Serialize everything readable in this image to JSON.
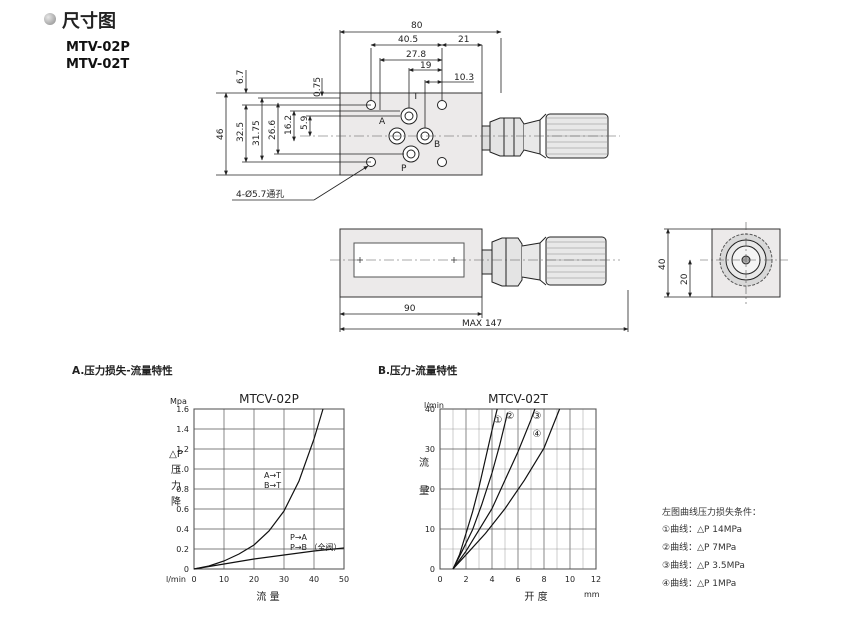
{
  "header": {
    "title": "尺寸图",
    "models": [
      "MTV-02P",
      "MTV-02T"
    ]
  },
  "drawing": {
    "dims_top": [
      "80",
      "40.5",
      "21",
      "27.8",
      "19",
      "10.3"
    ],
    "dims_left": [
      "6.7",
      "0.75",
      "46",
      "32.5",
      "31.75",
      "26.6",
      "16.2",
      "5.9"
    ],
    "ports": [
      "T",
      "A",
      "B",
      "P"
    ],
    "hole_note": "4-Ø5.7通孔",
    "dims_side": [
      "90",
      "MAX 147"
    ],
    "dims_end": [
      "40",
      "20"
    ]
  },
  "sections": {
    "a": "A.压力损失-流量特性",
    "b": "B.压力-流量特性"
  },
  "chart_data": [
    {
      "type": "line",
      "title": "MTCV-02P",
      "ylabel_unit": "Mpa",
      "ylabel": "△P\n压\n力\n降",
      "xlabel_unit": "l/min",
      "xlabel": "流 量",
      "xlim": [
        0,
        50
      ],
      "ylim": [
        0,
        1.6
      ],
      "xticks": [
        "0",
        "10",
        "20",
        "30",
        "40",
        "50"
      ],
      "yticks": [
        "0",
        "0.2",
        "0.4",
        "0.6",
        "0.8",
        "1.0",
        "1.2",
        "1.4",
        "1.6"
      ],
      "series": [
        {
          "name": "A→T\nB→T",
          "x": [
            0,
            5,
            10,
            15,
            20,
            25,
            30,
            35,
            40,
            43
          ],
          "y": [
            0,
            0.03,
            0.08,
            0.15,
            0.24,
            0.38,
            0.58,
            0.88,
            1.3,
            1.6
          ]
        },
        {
          "name": "P→A\nP→B （全阀）",
          "x": [
            0,
            10,
            20,
            30,
            40,
            50
          ],
          "y": [
            0,
            0.05,
            0.1,
            0.14,
            0.18,
            0.21
          ]
        }
      ]
    },
    {
      "type": "line",
      "title": "MTCV-02T",
      "ylabel_unit": "l/min",
      "ylabel": "流\n\n量",
      "xlabel": "开 度",
      "xlabel_unit": "mm",
      "xlim": [
        0,
        12
      ],
      "ylim": [
        0,
        45
      ],
      "xticks": [
        "0",
        "2",
        "4",
        "6",
        "8",
        "10",
        "12"
      ],
      "yticks": [
        "0",
        "10",
        "20",
        "30",
        "40"
      ],
      "series": [
        {
          "name": "①",
          "x": [
            1,
            1.5,
            2,
            2.5,
            3,
            3.5,
            4,
            4.4
          ],
          "y": [
            0,
            4,
            10,
            16,
            23,
            31,
            39,
            45
          ]
        },
        {
          "name": "②",
          "x": [
            1,
            1.7,
            2.5,
            3.2,
            4,
            4.6,
            5.2
          ],
          "y": [
            0,
            5,
            11,
            18,
            27,
            35,
            44
          ]
        },
        {
          "name": "③",
          "x": [
            1,
            2,
            3,
            4,
            5,
            6,
            7,
            7.3
          ],
          "y": [
            0,
            5,
            11,
            17,
            25,
            33,
            42,
            45
          ]
        },
        {
          "name": "④",
          "x": [
            1,
            2,
            3.5,
            5,
            6.5,
            8,
            9.2
          ],
          "y": [
            0,
            4,
            10,
            17,
            25,
            34,
            45
          ]
        }
      ]
    }
  ],
  "legend": {
    "title": "左图曲线压力损失条件：",
    "items": [
      "①曲线：△P 14MPa",
      "②曲线：△P 7MPa",
      "③曲线：△P 3.5MPa",
      "④曲线：△P 1MPa"
    ]
  }
}
